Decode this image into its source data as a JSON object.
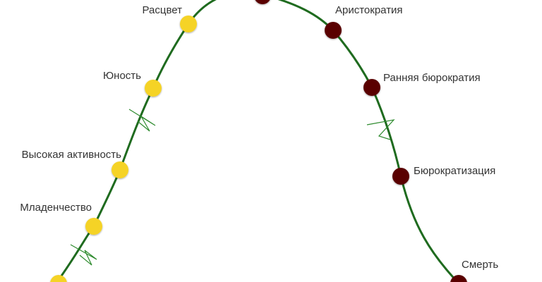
{
  "colors": {
    "curve": "#1f6b1f",
    "growth": "#f5d327",
    "decline": "#5a0606",
    "zigzag": "#2e8b2e"
  },
  "stages_growth": [
    "Расцвет",
    "Юность",
    "Высокая активность",
    "Младенчество"
  ],
  "stages_decline": [
    "Аристократия",
    "Ранняя бюрократия",
    "Бюрократизация",
    "Смерть"
  ]
}
